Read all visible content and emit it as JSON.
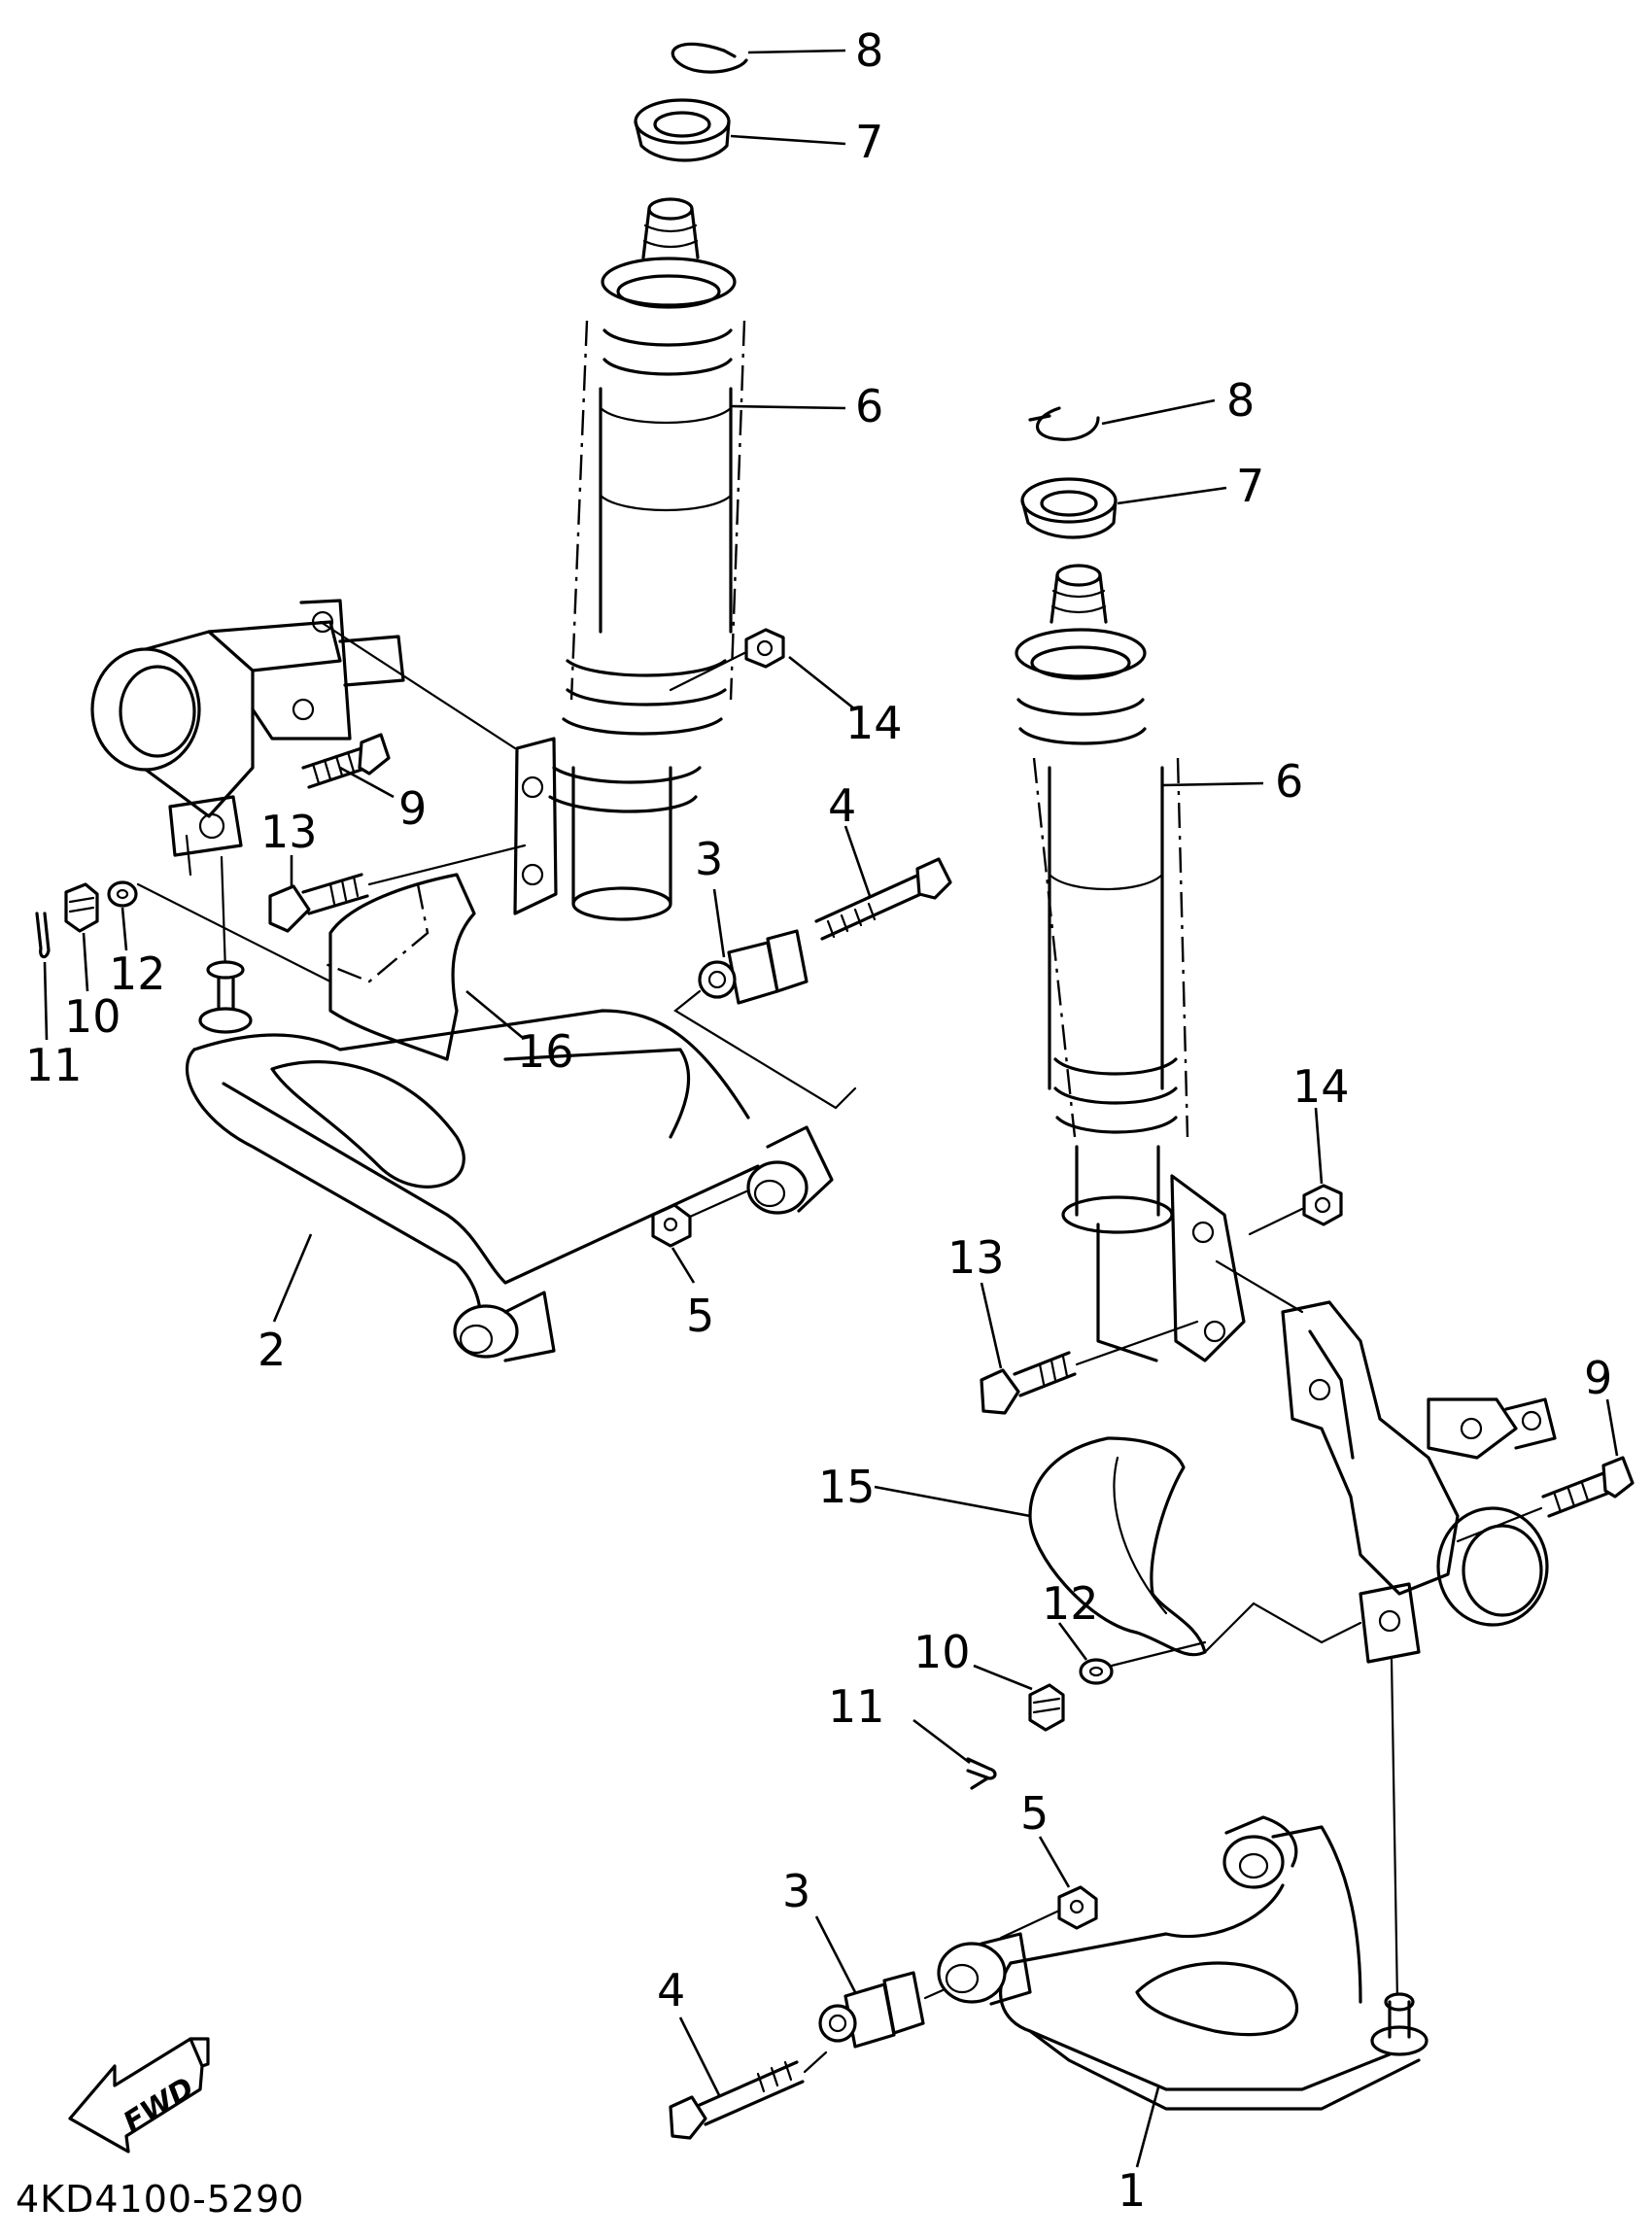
{
  "callouts": {
    "l8": "8",
    "l7": "7",
    "l6": "6",
    "l14": "14",
    "l9": "9",
    "l13": "13",
    "l4": "4",
    "l3": "3",
    "l12": "12",
    "l10": "10",
    "l11": "11",
    "l16": "16",
    "l2": "2",
    "l5": "5",
    "r8": "8",
    "r7": "7",
    "r6": "6",
    "r14": "14",
    "r13": "13",
    "r9": "9",
    "r15": "15",
    "r12": "12",
    "r10": "10",
    "r11": "11",
    "r5": "5",
    "r3": "3",
    "r4": "4",
    "r1": "1"
  },
  "fwd_label": "FWD",
  "diagram_code": "4KD4100-5290",
  "colors": {
    "line": "#000000",
    "background": "#ffffff"
  }
}
